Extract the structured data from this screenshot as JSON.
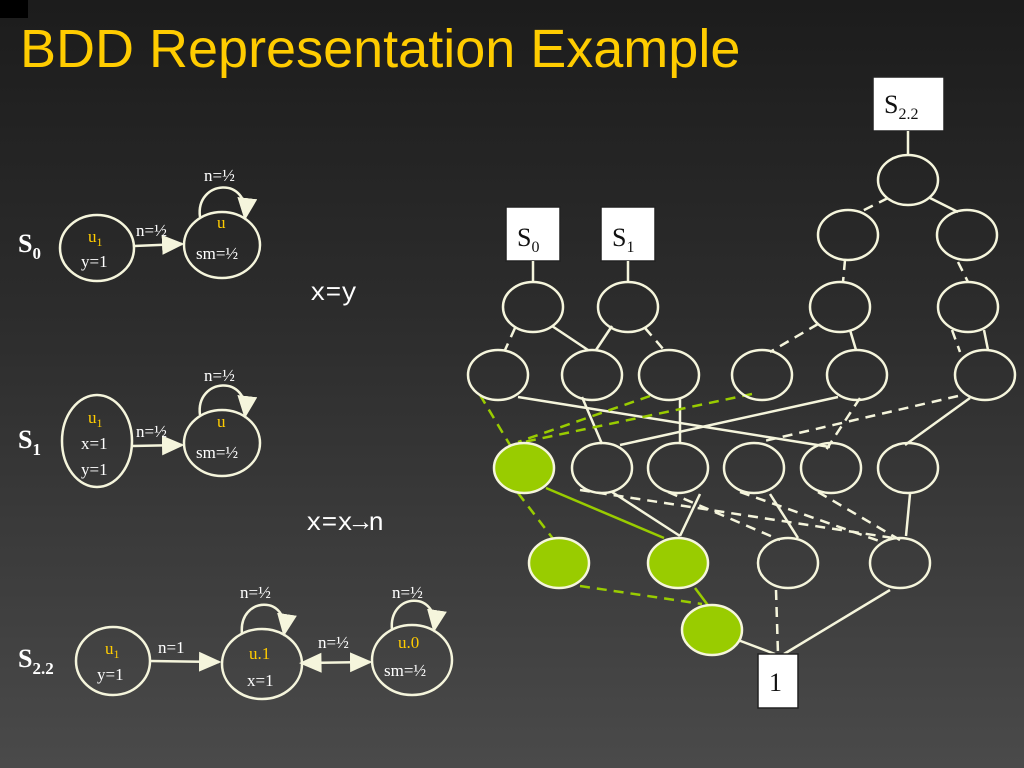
{
  "title": "BDD Representation Example",
  "systems": {
    "s0": {
      "name": "S",
      "sub": "0"
    },
    "s1": {
      "name": "S",
      "sub": "1"
    },
    "s22": {
      "name": "S",
      "sub": "2.2"
    }
  },
  "formulas": {
    "eq1": "x=y",
    "eq2": "x=x→n"
  },
  "s0_states": {
    "a": {
      "name": "u",
      "sub": "1",
      "lines": [
        "y=1"
      ]
    },
    "b": {
      "name": "u",
      "lines": [
        "sm=½"
      ]
    },
    "edge": "n=½",
    "loop": "n=½"
  },
  "s1_states": {
    "a": {
      "name": "u",
      "sub": "1",
      "lines": [
        "x=1",
        "y=1"
      ]
    },
    "b": {
      "name": "u",
      "lines": [
        "sm=½"
      ]
    },
    "edge": "n=½",
    "loop": "n=½"
  },
  "s22_states": {
    "a": {
      "name": "u",
      "sub": "1",
      "lines": [
        "y=1"
      ]
    },
    "b": {
      "name": "u.1",
      "lines": [
        "x=1"
      ]
    },
    "c": {
      "name": "u.0",
      "lines": [
        "sm=½"
      ]
    },
    "edge_ab": "n=1",
    "edge_bc": "n=½",
    "loop_b": "n=½",
    "loop_c": "n=½"
  },
  "bdd": {
    "root_labels": {
      "s0": {
        "name": "S",
        "sub": "0"
      },
      "s1": {
        "name": "S",
        "sub": "1"
      },
      "s22": {
        "name": "S",
        "sub": "2.2"
      }
    },
    "terminal": "1",
    "highlight_color": "#99CC00"
  }
}
